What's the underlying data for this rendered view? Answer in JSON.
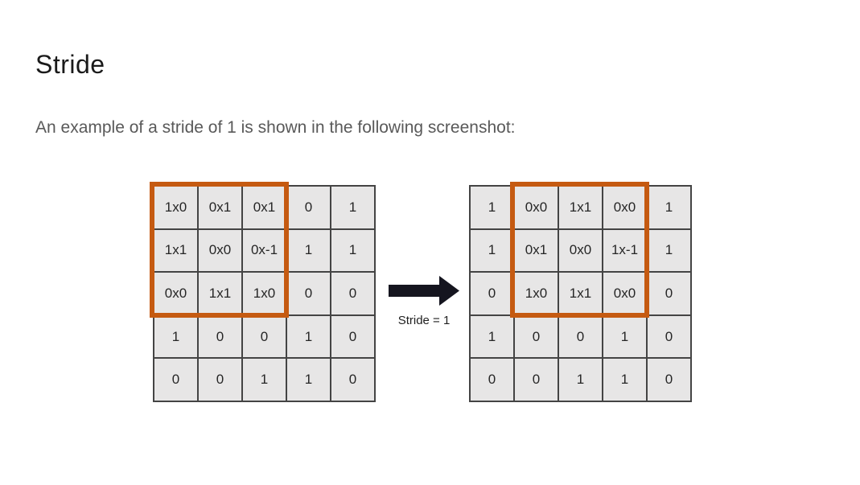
{
  "page": {
    "title": "Stride",
    "subtitle": "An example of a stride of 1 is shown in the following screenshot:"
  },
  "diagram": {
    "arrow_label": "Stride = 1",
    "colors": {
      "highlight": "#C55A11",
      "cell_bg": "#E7E6E6",
      "grid_line": "#444444",
      "arrow": "#15151F"
    },
    "left_grid": {
      "rows": [
        [
          "1x0",
          "0x1",
          "0x1",
          "0",
          "1"
        ],
        [
          "1x1",
          "0x0",
          "0x-1",
          "1",
          "1"
        ],
        [
          "0x0",
          "1x1",
          "1x0",
          "0",
          "0"
        ],
        [
          "1",
          "0",
          "0",
          "1",
          "0"
        ],
        [
          "0",
          "0",
          "1",
          "1",
          "0"
        ]
      ],
      "highlight": {
        "col_start": 0,
        "row_start": 0,
        "cols": 3,
        "rows": 3
      }
    },
    "right_grid": {
      "rows": [
        [
          "1",
          "0x0",
          "1x1",
          "0x0",
          "1"
        ],
        [
          "1",
          "0x1",
          "0x0",
          "1x-1",
          "1"
        ],
        [
          "0",
          "1x0",
          "1x1",
          "0x0",
          "0"
        ],
        [
          "1",
          "0",
          "0",
          "1",
          "0"
        ],
        [
          "0",
          "0",
          "1",
          "1",
          "0"
        ]
      ],
      "highlight": {
        "col_start": 1,
        "row_start": 0,
        "cols": 3,
        "rows": 3
      }
    }
  }
}
